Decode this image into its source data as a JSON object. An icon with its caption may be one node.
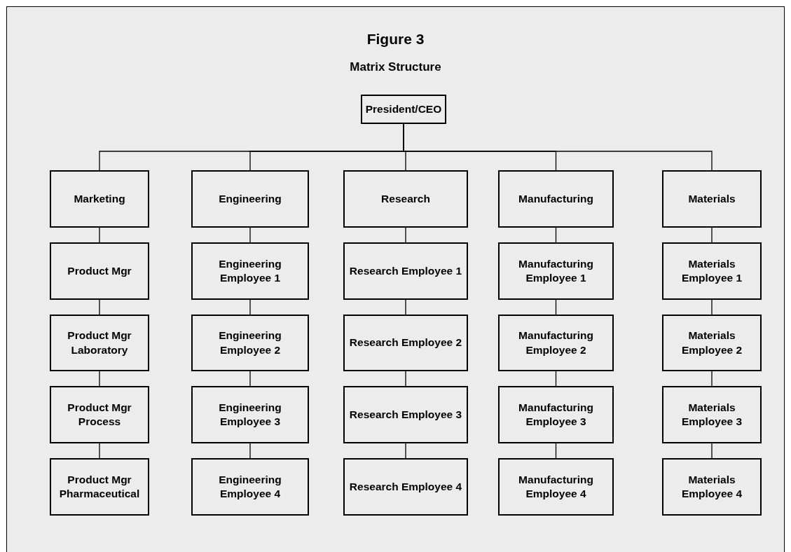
{
  "diagram": {
    "title": "Figure 3",
    "nodes": [
      {
        "text": [
          "President/CEO"
        ]
      },
      {
        "text": [
          "Marketing"
        ]
      },
      {
        "text": [
          "Engineering"
        ]
      },
      {
        "text": [
          "Research"
        ]
      },
      {
        "text": [
          "Manufacturing"
        ]
      },
      {
        "text": [
          "Materials"
        ]
      },
      {
        "text": [
          "Product Mgr"
        ]
      },
      {
        "text": [
          "Engineering Employee 1"
        ]
      },
      {
        "text": [
          "Research Employee 1"
        ]
      },
      {
        "text": [
          "Manufacturing Employee 1"
        ]
      },
      {
        "text": [
          "Materials Employee 1"
        ]
      },
      {
        "text": [
          "Product Mgr Laboratory"
        ]
      },
      {
        "text": [
          "Engineering Employee 2"
        ]
      },
      {
        "text": [
          "Research Employee 2"
        ]
      },
      {
        "text": [
          "Manufacturing Employee 2"
        ]
      },
      {
        "text": [
          "Materials Employee 2"
        ]
      },
      {
        "text": [
          "Product Mgr Process"
        ]
      },
      {
        "text": [
          "Engineering Employee 3"
        ]
      },
      {
        "text": [
          "Research Employee 3"
        ]
      },
      {
        "text": [
          "Manufacturing Employee 3"
        ]
      },
      {
        "text": [
          "Materials Employee 3"
        ]
      },
      {
        "text": [
          "Product Mgr Pharmaceutical"
        ]
      },
      {
        "text": [
          "Engineering Employee 4"
        ]
      },
      {
        "text": [
          "Research Employee 4"
        ]
      },
      {
        "text": [
          "Manufacturing Employee 4"
        ]
      },
      {
        "text": [
          "Materials Employee 4"
        ]
      }
    ],
    "edges": [
      {
        "from": 0,
        "to": 1,
        "arrow": "none"
      },
      {
        "from": 0,
        "to": 2,
        "arrow": "none"
      },
      {
        "from": 0,
        "to": 3,
        "arrow": "none"
      },
      {
        "from": 0,
        "to": 4,
        "arrow": "none"
      },
      {
        "from": 0,
        "to": 5,
        "arrow": "none"
      },
      {
        "from": 1,
        "to": 6,
        "arrow": "none"
      },
      {
        "from": 2,
        "to": 7,
        "arrow": "none"
      },
      {
        "from": 3,
        "to": 8,
        "arrow": "none"
      },
      {
        "from": 4,
        "to": 9,
        "arrow": "none"
      },
      {
        "from": 5,
        "to": 10,
        "arrow": "none"
      },
      {
        "from": 6,
        "to": 11,
        "arrow": "none"
      },
      {
        "from": 7,
        "to": 12,
        "arrow": "none"
      },
      {
        "from": 8,
        "to": 13,
        "arrow": "none"
      },
      {
        "from": 9,
        "to": 14,
        "arrow": "none"
      },
      {
        "from": 10,
        "to": 15,
        "arrow": "none"
      },
      {
        "from": 11,
        "to": 16,
        "arrow": "none"
      },
      {
        "from": 12,
        "to": 17,
        "arrow": "none"
      },
      {
        "from": 13,
        "to": 18,
        "arrow": "none"
      },
      {
        "from": 14,
        "to": 19,
        "arrow": "none"
      },
      {
        "from": 15,
        "to": 20,
        "arrow": "none"
      },
      {
        "from": 16,
        "to": 21,
        "arrow": "none"
      },
      {
        "from": 17,
        "to": 22,
        "arrow": "none"
      },
      {
        "from": 18,
        "to": 23,
        "arrow": "none"
      },
      {
        "from": 19,
        "to": 24,
        "arrow": "none"
      },
      {
        "from": 20,
        "to": 25,
        "arrow": "none"
      }
    ],
    "labels": [
      "Matrix Structure"
    ]
  }
}
